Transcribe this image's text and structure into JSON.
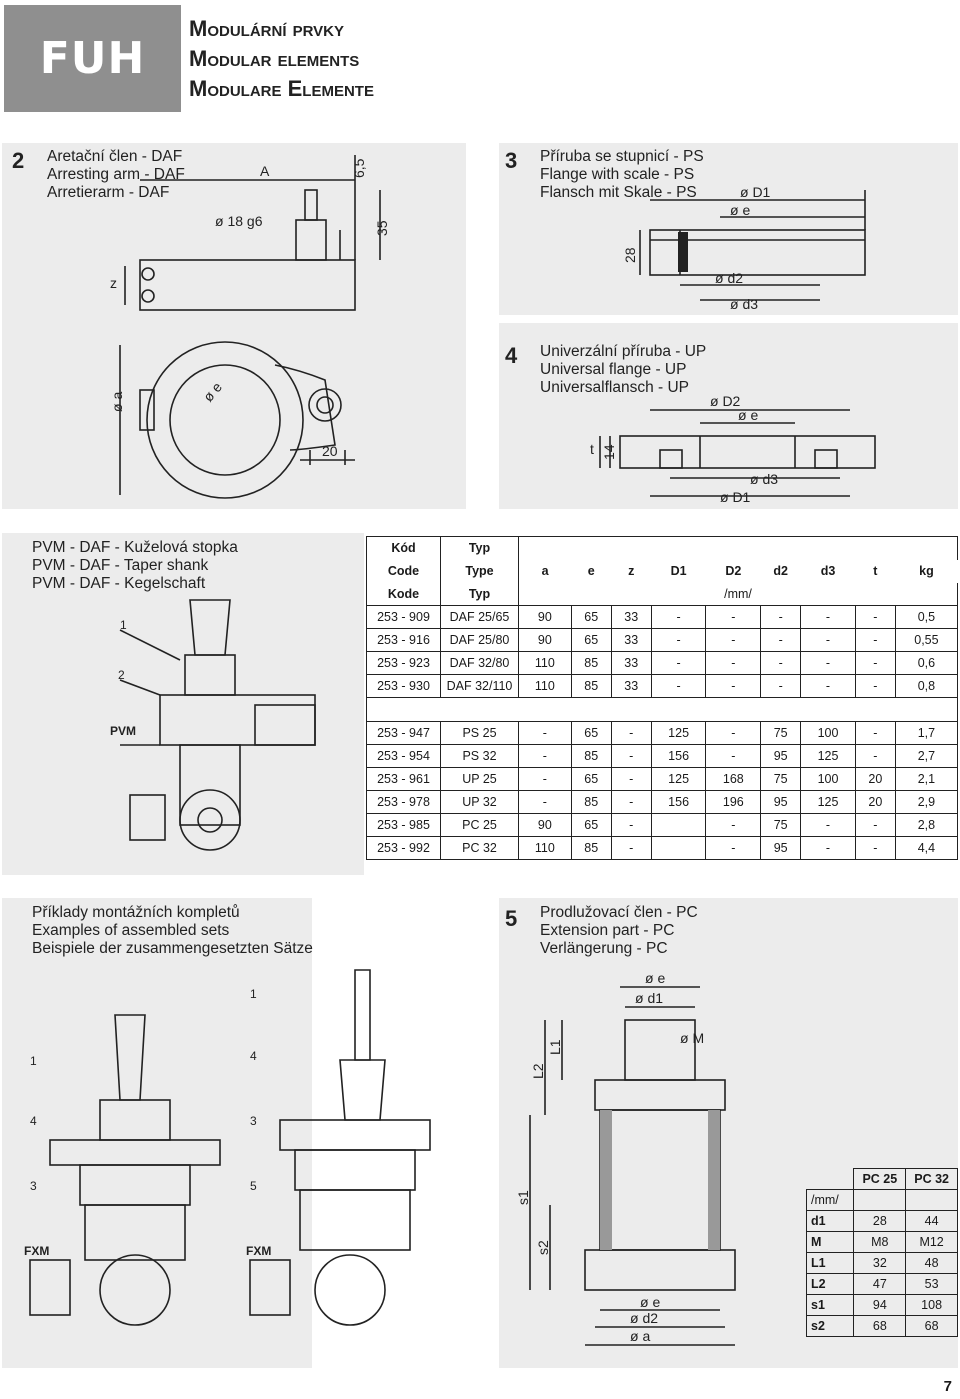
{
  "header": {
    "logo": "FUH",
    "title_cz": "Modulární prvky",
    "title_en": "Modular elements",
    "title_de": "Modulare Elemente"
  },
  "sections": {
    "s2": {
      "num": "2",
      "lines": [
        "Aretační člen - DAF",
        "Arresting arm - DAF",
        "Arretierarm - DAF"
      ]
    },
    "s3": {
      "num": "3",
      "lines": [
        "Příruba se stupnicí - PS",
        "Flange with scale - PS",
        "Flansch mit Skale - PS"
      ]
    },
    "s4": {
      "num": "4",
      "lines": [
        "Univerzální příruba - UP",
        "Universal flange - UP",
        "Universalflansch - UP"
      ]
    },
    "pvm": {
      "lines": [
        "PVM - DAF - Kuželová stopka",
        "PVM - DAF - Taper shank",
        "PVM - DAF - Kegelschaft"
      ]
    },
    "examples": {
      "lines": [
        "Příklady montážních kompletů",
        "Examples of assembled sets",
        "Beispiele der zusammengesetzten Sätze"
      ]
    },
    "s5": {
      "num": "5",
      "lines": [
        "Prodlužovací člen - PC",
        "Extension part - PC",
        "Verlängerung - PC"
      ]
    }
  },
  "drawing_labels": {
    "s2": [
      "A",
      "ø 18 g6",
      "6,5",
      "35",
      "z",
      "ø a",
      "ø e",
      "20"
    ],
    "s3": [
      "ø D1",
      "ø e",
      "28",
      "ø d2",
      "ø d3"
    ],
    "s4": [
      "ø D2",
      "ø e",
      "t",
      "14",
      "ø d3",
      "ø D1"
    ],
    "pvm": [
      "1",
      "2",
      "PVM"
    ],
    "examples": [
      "1",
      "1",
      "4",
      "4",
      "3",
      "3",
      "5",
      "FXM",
      "FXM"
    ],
    "s5": [
      "ø e",
      "ø d1",
      "ø M",
      "L2",
      "L1",
      "s1",
      "s2",
      "ø e",
      "ø d2",
      "ø a"
    ]
  },
  "main_table": {
    "header_rows": [
      [
        "Kód",
        "Typ"
      ],
      [
        "Code",
        "Type"
      ],
      [
        "Kode",
        "Typ"
      ]
    ],
    "dim_headers": [
      "a",
      "e",
      "z",
      "D1",
      "D2",
      "d2",
      "d3",
      "t"
    ],
    "unit": "/mm/",
    "weight_icon_label": "kg",
    "group1": [
      [
        "253 - 909",
        "DAF 25/65",
        "90",
        "65",
        "33",
        "-",
        "-",
        "-",
        "-",
        "-",
        "0,5"
      ],
      [
        "253 - 916",
        "DAF 25/80",
        "90",
        "65",
        "33",
        "-",
        "-",
        "-",
        "-",
        "-",
        "0,55"
      ],
      [
        "253 - 923",
        "DAF 32/80",
        "110",
        "85",
        "33",
        "-",
        "-",
        "-",
        "-",
        "-",
        "0,6"
      ],
      [
        "253 - 930",
        "DAF 32/110",
        "110",
        "85",
        "33",
        "-",
        "-",
        "-",
        "-",
        "-",
        "0,8"
      ]
    ],
    "group2": [
      [
        "253 - 947",
        "PS 25",
        "-",
        "65",
        "-",
        "125",
        "-",
        "75",
        "100",
        "-",
        "1,7"
      ],
      [
        "253 - 954",
        "PS 32",
        "-",
        "85",
        "-",
        "156",
        "-",
        "95",
        "125",
        "-",
        "2,7"
      ],
      [
        "253 - 961",
        "UP 25",
        "-",
        "65",
        "-",
        "125",
        "168",
        "75",
        "100",
        "20",
        "2,1"
      ],
      [
        "253 - 978",
        "UP 32",
        "-",
        "85",
        "-",
        "156",
        "196",
        "95",
        "125",
        "20",
        "2,9"
      ],
      [
        "253 - 985",
        "PC 25",
        "90",
        "65",
        "-",
        "",
        "-",
        "75",
        "-",
        "-",
        "2,8"
      ],
      [
        "253 - 992",
        "PC 32",
        "110",
        "85",
        "-",
        "",
        "-",
        "95",
        "-",
        "-",
        "4,4"
      ]
    ]
  },
  "pc_table": {
    "cols": [
      "PC 25",
      "PC 32"
    ],
    "unit": "/mm/",
    "rows": [
      [
        "d1",
        "28",
        "44"
      ],
      [
        "M",
        "M8",
        "M12"
      ],
      [
        "L1",
        "32",
        "48"
      ],
      [
        "L2",
        "47",
        "53"
      ],
      [
        "s1",
        "94",
        "108"
      ],
      [
        "s2",
        "68",
        "68"
      ]
    ]
  },
  "page_number": "7"
}
